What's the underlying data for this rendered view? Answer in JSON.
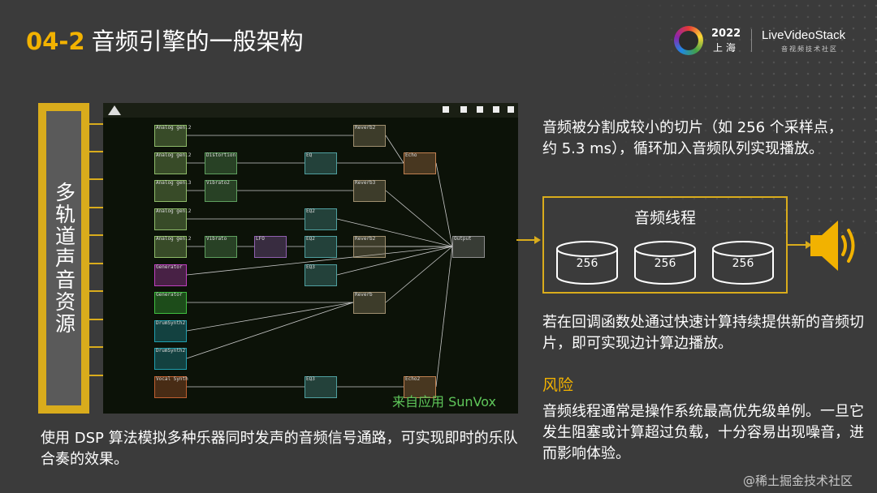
{
  "slide": {
    "number": "04-2",
    "title": "音频引擎的一般架构"
  },
  "logo": {
    "year": "2022",
    "city": "上 海",
    "name": "LiveVideoStack",
    "sub": "音视频技术社区"
  },
  "source": {
    "label": "多轨道声音资源"
  },
  "daw": {
    "caption": "来自应用 SunVox",
    "nodes": [
      {
        "label": "Analog gen.2",
        "color": "#8fbc6a"
      },
      {
        "label": "Analog gen.2",
        "color": "#8fbc6a"
      },
      {
        "label": "Analog gen.3",
        "color": "#8fbc6a"
      },
      {
        "label": "Analog gen.2",
        "color": "#8fbc6a"
      },
      {
        "label": "Analog gen.2",
        "color": "#8fbc6a"
      },
      {
        "label": "Generator",
        "color": "#c040c0"
      },
      {
        "label": "Generator",
        "color": "#40c040"
      },
      {
        "label": "DrumSynth2",
        "color": "#20a0b0"
      },
      {
        "label": "DrumSynth2",
        "color": "#20a0b0"
      },
      {
        "label": "Vocal Synth",
        "color": "#c06030"
      },
      {
        "label": "Distortion",
        "color": "#5fa05f"
      },
      {
        "label": "Vibrato2",
        "color": "#5fa05f"
      },
      {
        "label": "Vibrato",
        "color": "#5fa05f"
      },
      {
        "label": "LFO",
        "color": "#9060b0"
      },
      {
        "label": "EQ",
        "color": "#50a0a0"
      },
      {
        "label": "EQ2",
        "color": "#50a0a0"
      },
      {
        "label": "EQ2",
        "color": "#50a0a0"
      },
      {
        "label": "EQ3",
        "color": "#50a0a0"
      },
      {
        "label": "EQ3",
        "color": "#50a0a0"
      },
      {
        "label": "Reverb2",
        "color": "#a09070"
      },
      {
        "label": "Reverb3",
        "color": "#a09070"
      },
      {
        "label": "Reverb2",
        "color": "#a09070"
      },
      {
        "label": "Reverb",
        "color": "#a09070"
      },
      {
        "label": "Echo",
        "color": "#c08050"
      },
      {
        "label": "Echo2",
        "color": "#c08050"
      },
      {
        "label": "Output",
        "color": "#909090"
      }
    ]
  },
  "description_top": "音频被分割成较小的切片（如 256 个采样点，约 5.3 ms），循环加入音频队列实现播放。",
  "thread": {
    "title": "音频线程",
    "slices": [
      "256",
      "256",
      "256"
    ]
  },
  "description_mid": "若在回调函数处通过快速计算持续提供新的音频切片，即可实现边计算边播放。",
  "risk": {
    "heading": "风险",
    "text": "音频线程通常是操作系统最高优先级单例。一旦它发生阻塞或计算超过负载，十分容易出现噪音，进而影响体验。"
  },
  "description_bottom": "使用 DSP 算法模拟多种乐器同时发声的音频信号通路，可实现即时的乐队合奏的效果。",
  "watermark": "@稀土掘金技术社区",
  "colors": {
    "accent": "#d9ac1c",
    "title_accent": "#f2b200",
    "background": "#3b3b3b",
    "daw_background": "#0c1208",
    "daw_caption": "#5fc75a"
  },
  "icons": [
    "speaker-icon",
    "daw-logo-icon"
  ]
}
